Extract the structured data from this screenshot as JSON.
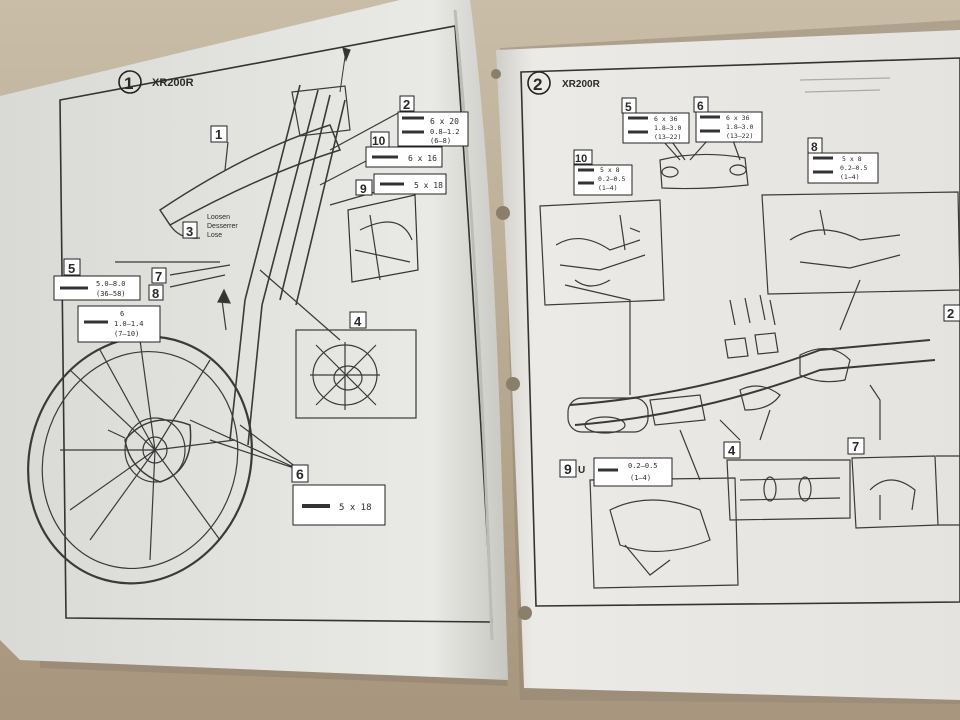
{
  "left_page": {
    "circle_number": "1",
    "model": "XR200R",
    "callouts": {
      "c1": "1",
      "c2": "2",
      "c3": "3",
      "c4": "4",
      "c5": "5",
      "c6": "6",
      "c7": "7",
      "c8": "8",
      "c9": "9",
      "c10": "10"
    },
    "specs": {
      "c2_size": "6 x 20",
      "c2_torque1": "0.8–1.2",
      "c2_torque2": "(6–8)",
      "c10_size": "6 x 16",
      "c9_size": "5 x 18",
      "c5_torque1": "5.0–8.0",
      "c5_torque2": "(36–58)",
      "c8_size": "6",
      "c8_torque1": "1.0–1.4",
      "c8_torque2": "(7–10)",
      "c6_size": "5 x 18"
    },
    "loosen_en": "Loosen",
    "loosen_fr": "Desserrer",
    "loosen_de": "Lose"
  },
  "right_page": {
    "circle_number": "2",
    "model": "XR200R",
    "callouts": {
      "c2": "2",
      "c4": "4",
      "c5": "5",
      "c6": "6",
      "c7": "7",
      "c8": "8",
      "c9": "9",
      "c10": "10"
    },
    "specs": {
      "c5_size": "6 x 36",
      "c5_torque1": "1.8–3.0",
      "c5_torque2": "(13–22)",
      "c6_size": "6 x 36",
      "c6_torque1": "1.8–3.0",
      "c6_torque2": "(13–22)",
      "c10_size": "5 x 8",
      "c10_torque1": "0.2–0.5",
      "c10_torque2": "(1–4)",
      "c8_size": "5 x 8",
      "c8_torque1": "0.2–0.5",
      "c8_torque2": "(1–4)",
      "c9_suffix": "U",
      "c9_torque1": "0.2–0.5",
      "c9_torque2": "(1–4)"
    }
  },
  "colors": {
    "background": "#b9ab94",
    "page_left": "#e6e6e2",
    "page_right": "#ecebe7",
    "ink": "#2a2a2a"
  }
}
